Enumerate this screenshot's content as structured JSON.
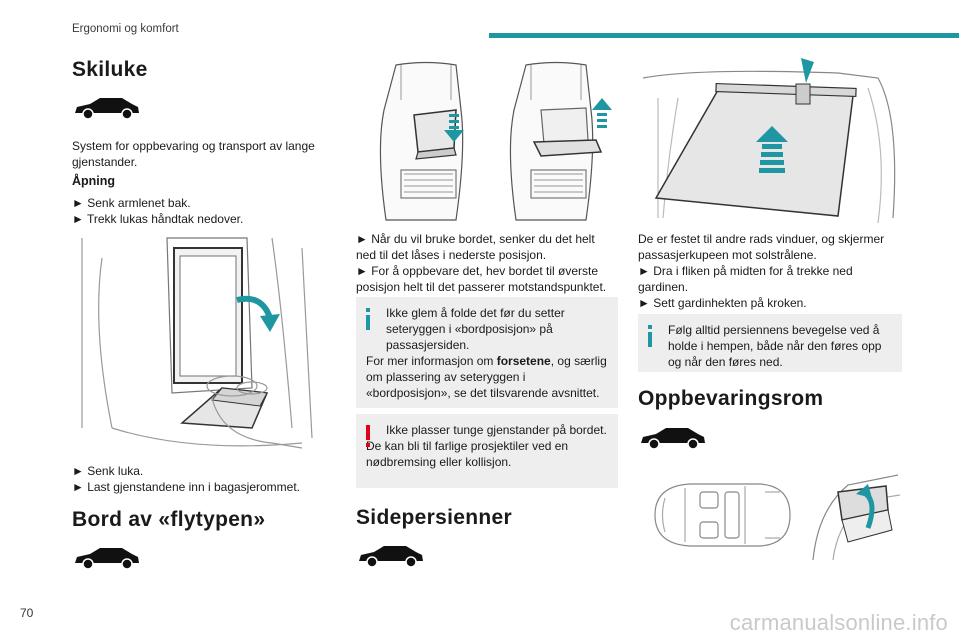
{
  "header": {
    "section": "Ergonomi og komfort"
  },
  "page_number": "70",
  "watermark": "carmanualsonline.info",
  "colors": {
    "accent": "#1e97a3",
    "info_icon": "#1e97a3",
    "warning_icon": "#e0001b",
    "note_bg": "#eeeeee"
  },
  "col1": {
    "title": "Skiluke",
    "intro": "System for oppbevaring og transport av lange gjenstander.",
    "subheading": "Åpning",
    "steps_open": [
      "► Senk armlenet bak.",
      "► Trekk lukas håndtak nedover."
    ],
    "steps_after": [
      "► Senk luka.",
      "► Last gjenstandene inn i bagasjerommet."
    ],
    "title2": "Bord av «flytypen»"
  },
  "col2": {
    "steps": [
      "► Når du vil bruke bordet, senker du det helt ned til det låses i nederste posisjon.",
      "► For å oppbevare det, hev bordet til øverste posisjon helt til det passerer motstandspunktet."
    ],
    "info_note": {
      "icon": "info-icon",
      "line1": "Ikke glem å folde det før du setter seteryggen i «bordposisjon» på passasjersiden.",
      "line2_pre": "For mer informasjon om ",
      "line2_bold": "forsetene",
      "line2_post": ", og særlig om plassering av seteryggen i «bordposisjon», se det tilsvarende avsnittet."
    },
    "warning_note": {
      "icon": "warning-icon",
      "line1": "Ikke plasser tunge gjenstander på bordet.",
      "line2": "De kan bli til farlige prosjektiler ved en nødbremsing eller kollisjon."
    },
    "title": "Sidepersienner"
  },
  "col3": {
    "intro": "De er festet til andre rads vinduer, og skjermer passasjerkupeen mot solstrålene.",
    "steps": [
      "► Dra i fliken på midten for å trekke ned gardinen.",
      "► Sett gardinhekten på kroken."
    ],
    "info_note": {
      "icon": "info-icon",
      "text": "Følg alltid persiennens bevegelse ved å holde i hempen, både når den føres opp og når den føres ned."
    },
    "title": "Oppbevaringsrom"
  }
}
